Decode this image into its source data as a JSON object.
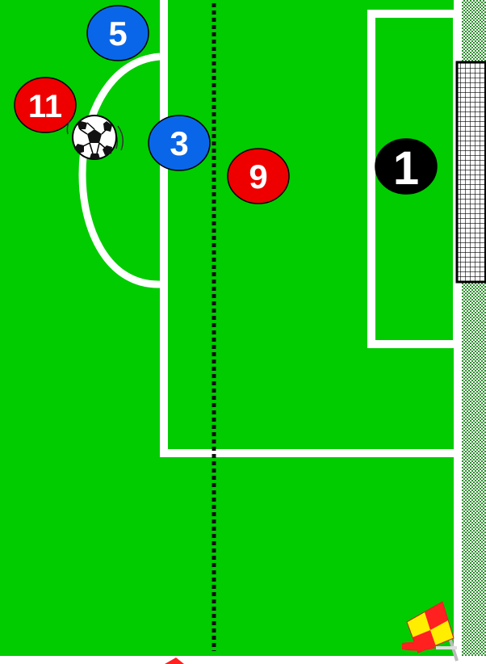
{
  "colors": {
    "pitch": "#00cc00",
    "lines": "#ffffff",
    "offside_line": "#111111",
    "team_red": "#ee0000",
    "team_blue": "#0a66e8",
    "goalkeeper": "#000000",
    "flag_red": "#ff2020",
    "flag_yellow": "#ffee00"
  },
  "players": [
    {
      "number": "5",
      "team": "blue"
    },
    {
      "number": "11",
      "team": "red"
    },
    {
      "number": "3",
      "team": "blue"
    },
    {
      "number": "9",
      "team": "red"
    },
    {
      "number": "1",
      "team": "goalkeeper"
    }
  ],
  "icons": {
    "ball": "soccer-ball-icon",
    "corner_flag": "corner-flag-icon",
    "goal_net": "goal-net"
  }
}
